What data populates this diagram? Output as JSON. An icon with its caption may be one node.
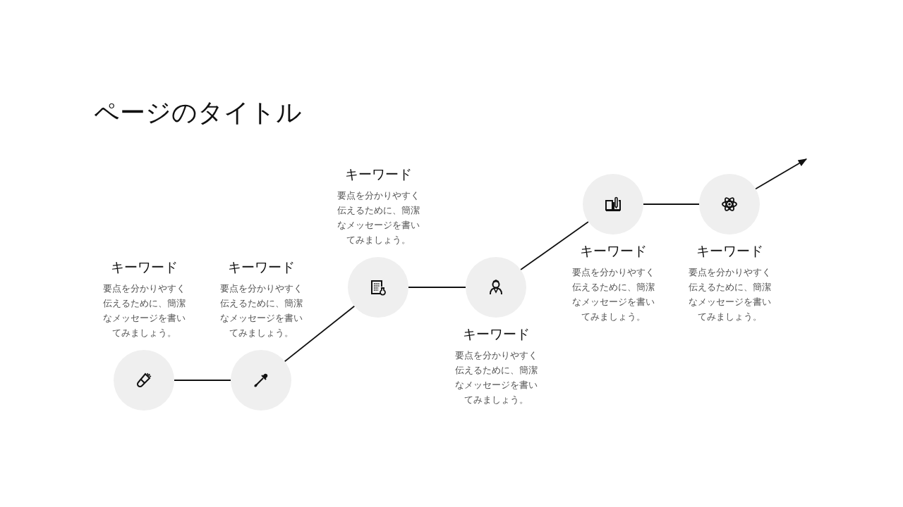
{
  "diagram": {
    "title": "ページのタイトル",
    "nodes": [
      {
        "text": [
          "キーワード",
          "要点を分かりやすく伝えるために、簡潔なメッセージを書いてみましょう。"
        ]
      },
      {
        "text": [
          "キーワード",
          "要点を分かりやすく伝えるために、簡潔なメッセージを書いてみましょう。"
        ]
      },
      {
        "text": [
          "キーワード",
          "要点を分かりやすく伝えるために、簡潔なメッセージを書いてみましょう。"
        ]
      },
      {
        "text": [
          "キーワード",
          "要点を分かりやすく伝えるために、簡潔なメッセージを書いてみましょう。"
        ]
      },
      {
        "text": [
          "キーワード",
          "要点を分かりやすく伝えるために、簡潔なメッセージを書いてみましょう。"
        ]
      },
      {
        "text": [
          "キーワード",
          "要点を分かりやすく伝えるために、簡潔なメッセージを書いてみましょう。"
        ]
      }
    ],
    "edges": [
      {
        "from": 0,
        "to": 1,
        "arrow": "none"
      },
      {
        "from": 1,
        "to": 2,
        "arrow": "none"
      },
      {
        "from": 2,
        "to": 3,
        "arrow": "none"
      },
      {
        "from": 3,
        "to": 4,
        "arrow": "none"
      },
      {
        "from": 4,
        "to": 5,
        "arrow": "none"
      },
      {
        "from": 5,
        "to": null,
        "arrow": "to"
      }
    ]
  }
}
